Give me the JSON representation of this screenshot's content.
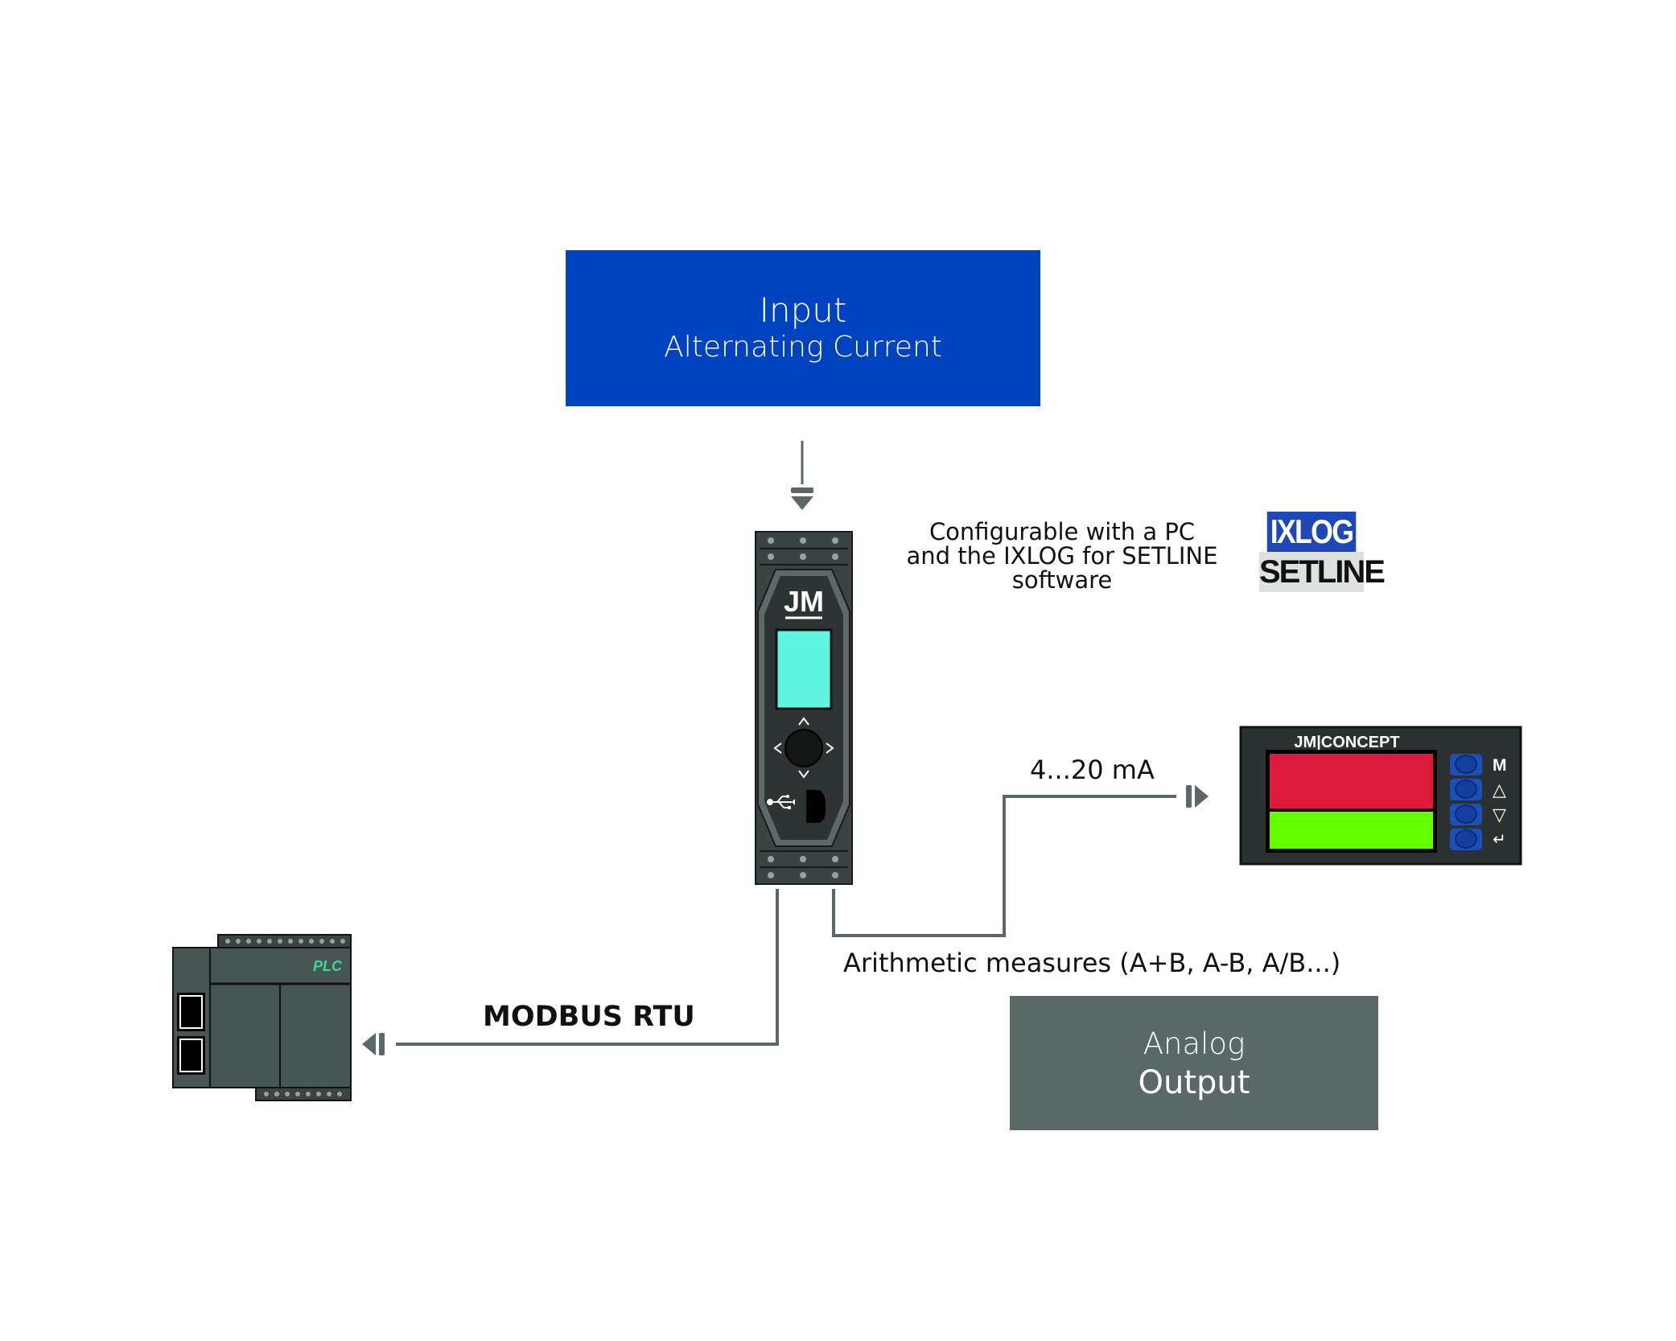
{
  "input_block": {
    "title": "Input",
    "subtitle": "Alternating Current",
    "color": "#0043c1"
  },
  "module": {
    "brand": "JM",
    "screen_color": "#5ff5e1",
    "nav": {
      "up": "^",
      "down": "v",
      "left": "<",
      "right": ">"
    },
    "usb_icon": "usb-icon"
  },
  "config": {
    "text_line1": "Configurable with a PC",
    "text_line2": "and the IXLOG for SETLINE",
    "text_line3": "software"
  },
  "logo": {
    "top": "IXLOG",
    "bottom": "SETLINE",
    "top_color": "#1e47b7",
    "bottom_color": "#dde2e0"
  },
  "display": {
    "brand": "JM|CONCEPT",
    "top_color": "#dc1a3c",
    "bottom_color": "#66ff00",
    "buttons": [
      {
        "label": "M"
      },
      {
        "label": "△"
      },
      {
        "label": "▽"
      },
      {
        "label": "↵"
      }
    ]
  },
  "connections": {
    "analog_signal": "4...20 mA",
    "arithmetic": "Arithmetic measures (A+B, A-B, A/B...)",
    "modbus": "MODBUS RTU",
    "line_color": "#5a6868"
  },
  "plc": {
    "label": "PLC",
    "label_color": "#3ad896"
  },
  "output_block": {
    "title": "Analog",
    "subtitle": "Output",
    "color": "#5a6868"
  }
}
